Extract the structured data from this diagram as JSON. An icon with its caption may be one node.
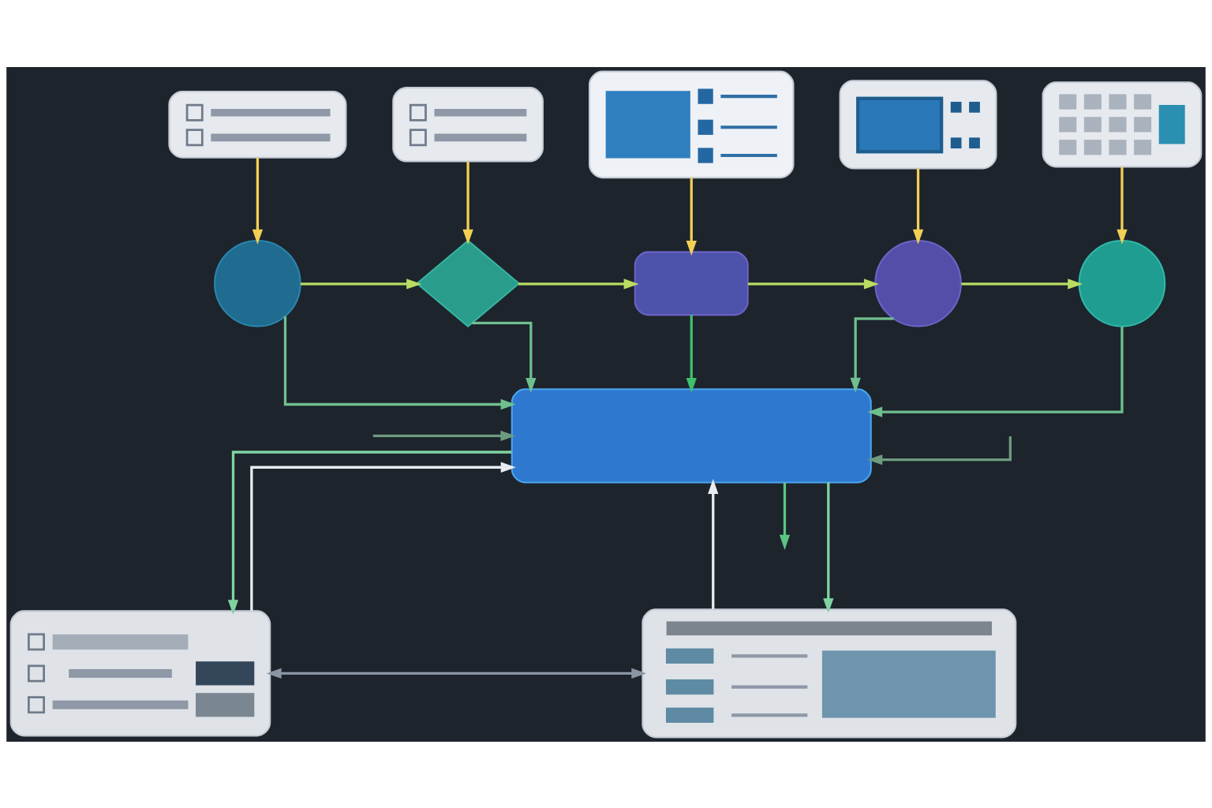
{
  "diagram": {
    "nodes": [
      {
        "text": [],
        "shape": "picture"
      },
      {
        "text": [],
        "shape": "picture"
      },
      {
        "text": [],
        "shape": "picture"
      },
      {
        "text": [],
        "shape": "picture"
      },
      {
        "text": [],
        "shape": "picture"
      },
      {
        "text": [],
        "shape": "circle"
      },
      {
        "text": [],
        "shape": "diamond"
      },
      {
        "text": [],
        "shape": "box"
      },
      {
        "text": [],
        "shape": "circle"
      },
      {
        "text": [],
        "shape": "circle"
      },
      {
        "text": [],
        "shape": "bar"
      },
      {
        "text": [],
        "shape": "picture"
      },
      {
        "text": [],
        "shape": "picture"
      }
    ],
    "edges": [
      {
        "from": 0,
        "to": 5,
        "arrow": "to",
        "color": "#f2cf55"
      },
      {
        "from": 1,
        "to": 6,
        "arrow": "to",
        "color": "#f2cf55"
      },
      {
        "from": 2,
        "to": 7,
        "arrow": "to",
        "color": "#f2cf55"
      },
      {
        "from": 3,
        "to": 8,
        "arrow": "to",
        "color": "#f2cf55"
      },
      {
        "from": 4,
        "to": 9,
        "arrow": "to",
        "color": "#f2cf55"
      },
      {
        "from": 5,
        "to": 6,
        "arrow": "to",
        "color": "#b9dc62"
      },
      {
        "from": 6,
        "to": 7,
        "arrow": "to",
        "color": "#b9dc62"
      },
      {
        "from": 7,
        "to": 8,
        "arrow": "to",
        "color": "#b9dc62"
      },
      {
        "from": 8,
        "to": 9,
        "arrow": "to",
        "color": "#b9dc62"
      },
      {
        "from": 5,
        "to": 10,
        "arrow": "to",
        "color": "#6fbf8e"
      },
      {
        "from": 6,
        "to": 10,
        "arrow": "to",
        "color": "#6fbf8e"
      },
      {
        "from": 7,
        "to": 10,
        "arrow": "to",
        "color": "#3fbf6b"
      },
      {
        "from": 8,
        "to": 10,
        "arrow": "to",
        "color": "#6fbf8e"
      },
      {
        "from": 9,
        "to": 10,
        "arrow": "to",
        "color": "#6fbf8e"
      },
      {
        "from": null,
        "to": 10,
        "arrow": "to",
        "color": "#6e9a80"
      },
      {
        "from": 11,
        "to": 10,
        "arrow": "to",
        "color": "#e8ecf0"
      },
      {
        "from": null,
        "to": 10,
        "arrow": "to",
        "color": "#6e9a80"
      },
      {
        "from": 12,
        "to": 10,
        "arrow": "to",
        "color": "#e8ecf0"
      },
      {
        "from": 10,
        "to": 11,
        "arrow": "to",
        "color": "#7fd3a0"
      },
      {
        "from": 10,
        "to": null,
        "arrow": "to",
        "color": "#5cc584"
      },
      {
        "from": 10,
        "to": 12,
        "arrow": "to",
        "color": "#7fd3a0"
      },
      {
        "from": 11,
        "to": 12,
        "arrow": "both",
        "color": "#8b95a3"
      }
    ]
  }
}
